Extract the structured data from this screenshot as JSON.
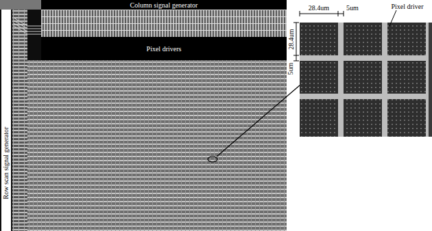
{
  "diagram": {
    "nodes": [
      {
        "text": [
          "Column signal generator"
        ]
      },
      {
        "text": [
          "Pixel drivers"
        ]
      },
      {
        "text": [
          "Row scan signal generator"
        ]
      }
    ],
    "labels": [
      "28.4um",
      "5um",
      "Pixel driver",
      "28.4um",
      "5um"
    ]
  }
}
